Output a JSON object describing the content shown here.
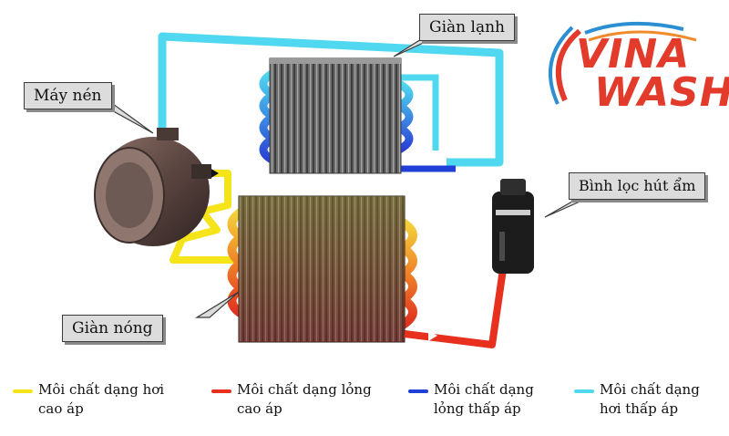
{
  "labels": {
    "evaporator": "Giàn lạnh",
    "compressor": "Máy nén",
    "filter_drier": "Bình lọc hút ẩm",
    "condenser": "Giàn nóng"
  },
  "legend": [
    {
      "line1": "Môi chất dạng hơi",
      "line2": "cao áp",
      "color": "#f5e419"
    },
    {
      "line1": "Môi chất dạng lỏng",
      "line2": "cao áp",
      "color": "#e8301f"
    },
    {
      "line1": "Môi chất dạng",
      "line2": "lỏng thấp áp",
      "color": "#1f3fd6"
    },
    {
      "line1": "Môi chất dạng",
      "line2": "hơi thấp áp",
      "color": "#4fd8ef"
    }
  ],
  "logo": {
    "line1": "VINA",
    "line2": "WASH"
  },
  "colors": {
    "high_pressure_vapor": "#f5e419",
    "high_pressure_liquid": "#e8301f",
    "low_pressure_liquid": "#1f3fd6",
    "low_pressure_vapor": "#4fd8ef",
    "logo_accent": "#e23a2b",
    "logo_blue": "#2b8fd1"
  }
}
